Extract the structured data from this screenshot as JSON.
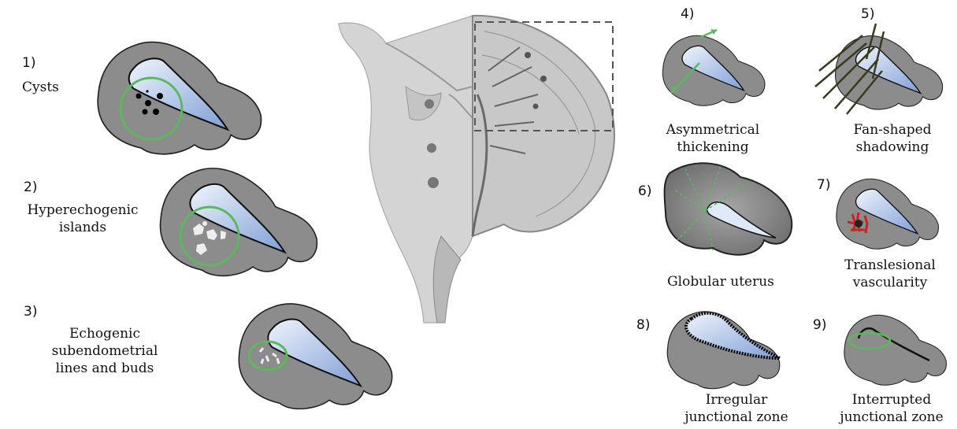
{
  "items": [
    {
      "number": "1)",
      "label_lines": [
        "Cysts"
      ]
    },
    {
      "number": "2)",
      "label_lines": [
        "Hyperechogenic",
        "islands"
      ]
    },
    {
      "number": "3)",
      "label_lines": [
        "Echogenic subendometrial",
        "lines and buds"
      ]
    },
    {
      "number": "4)",
      "label_lines": [
        "Asymmetrical",
        "thickening"
      ]
    },
    {
      "number": "5)",
      "label_lines": [
        "Fan-shaped",
        "shadowing"
      ]
    },
    {
      "number": "6)",
      "label_lines": [
        "Globular uterus"
      ]
    },
    {
      "number": "7)",
      "label_lines": [
        "Translesional",
        "vascularity"
      ]
    },
    {
      "number": "8)",
      "label_lines": [
        "Irregular",
        "junctional zone"
      ]
    },
    {
      "number": "9)",
      "label_lines": [
        "Interrupted",
        "junctional zone"
      ]
    }
  ],
  "colors": {
    "uterus_fill": "#8c8c8c",
    "cavity_fill": "#a9c4ea",
    "marker_ring": "#5cb85c",
    "vascular": "#cc2222",
    "section_gray": "#d4d4d4"
  }
}
